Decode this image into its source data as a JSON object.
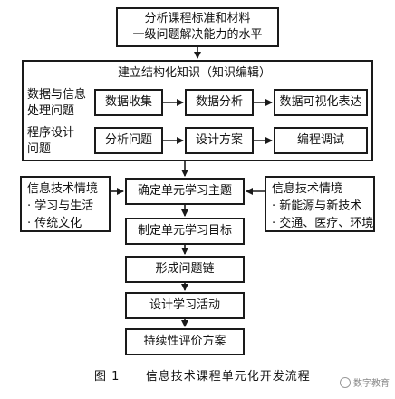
{
  "top_box": {
    "line1": "分析课程标准和材料",
    "line2": "一级问题解决能力的水平"
  },
  "knowledge": {
    "title": "建立结构化知识（知识编辑）",
    "row1": {
      "label_line1": "数据与信息",
      "label_line2": "处理问题",
      "steps": [
        "数据收集",
        "数据分析",
        "数据可视化表达"
      ]
    },
    "row2": {
      "label_line1": "程序设计",
      "label_line2": "问题",
      "steps": [
        "分析问题",
        "设计方案",
        "编程调试"
      ]
    }
  },
  "left_context": {
    "title": "信息技术情境",
    "items": [
      "· 学习与生活",
      "· 传统文化"
    ]
  },
  "right_context": {
    "title": "信息技术情境",
    "items": [
      "· 新能源与新技术",
      "· 交通、医疗、环境"
    ]
  },
  "flow": [
    "确定单元学习主题",
    "制定单元学习目标",
    "形成问题链",
    "设计学习活动",
    "持续性评价方案"
  ],
  "caption": {
    "figure": "图 1",
    "title": "信息技术课程单元化开发流程"
  },
  "watermark": "数字教育"
}
